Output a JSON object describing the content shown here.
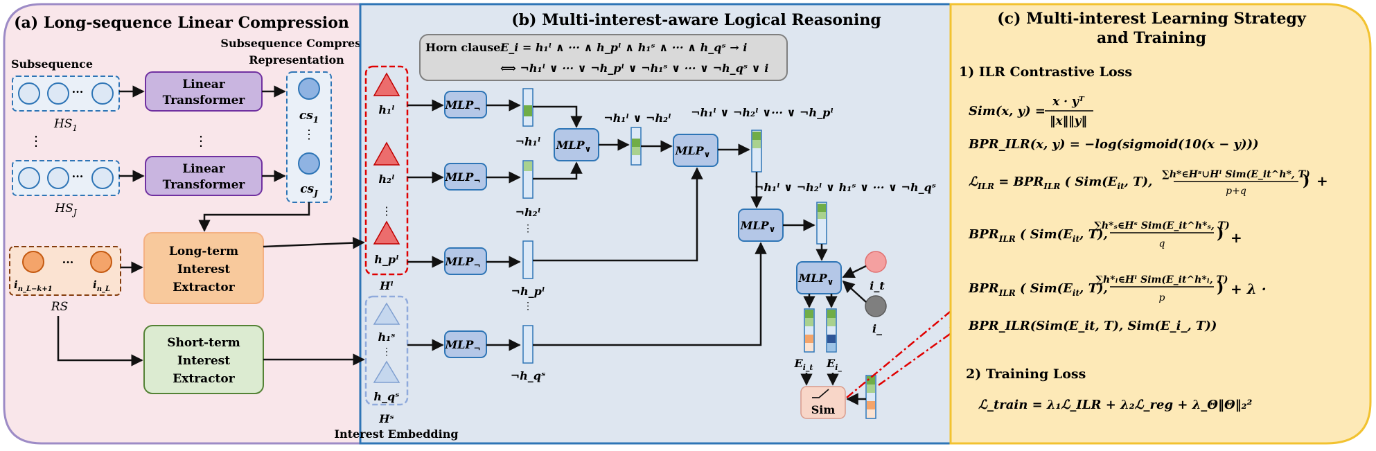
{
  "panels": {
    "a_title": "(a) Long-sequence Linear Compression",
    "b_title": "(b) Multi-interest-aware Logical Reasoning",
    "c_title_line1": "(c) Multi-interest Learning Strategy",
    "c_title_line2": "and Training"
  },
  "panel_a": {
    "subsequence_label": "Subsequence",
    "compressed_label_line1": "Subsequence Compressed",
    "compressed_label_line2": "Representation",
    "hs1": "HS",
    "hs1_sub": "1",
    "hsj": "HS",
    "hsj_sub": "J",
    "dots_vertical": "⋮",
    "dots_inline": "···",
    "lt1_line1": "Linear",
    "lt1_line2": "Transformer",
    "lt2_line1": "Linear",
    "lt2_line2": "Transformer",
    "cs1": "cs",
    "cs1_sub": "1",
    "csj": "cs",
    "csj_sub": "J",
    "rs_label": "RS",
    "rs_item_left": "i",
    "rs_item_left_sub": "n_L−k+1",
    "rs_item_right": "i",
    "rs_item_right_sub": "n_L",
    "long_term_line1": "Long-term",
    "long_term_line2": "Interest",
    "long_term_line3": "Extractor",
    "short_term_line1": "Short-term",
    "short_term_line2": "Interest",
    "short_term_line3": "Extractor"
  },
  "panel_b": {
    "horn_label": "Horn clause:",
    "horn_line1": "E_i = h₁ˡ ∧ ··· ∧ h_pˡ ∧ h₁ˢ ∧ ··· ∧ h_qˢ → i",
    "horn_line2": "⟺ ¬h₁ˡ ∨ ··· ∨ ¬h_pˡ ∨ ¬h₁ˢ ∨ ··· ∨ ¬h_qˢ ∨ i",
    "h1l": "h₁ˡ",
    "h2l": "h₂ˡ",
    "hpl": "h_pˡ",
    "Hl": "Hˡ",
    "h1s": "h₁ˢ",
    "hqs": "h_qˢ",
    "Hs": "Hˢ",
    "interest_embedding": "Interest Embedding",
    "mlp_not": "MLP",
    "mlp_not_sub": "¬",
    "mlp_or": "MLP",
    "mlp_or_sub": "∨",
    "neg_h1l": "¬h₁ˡ",
    "neg_h2l": "¬h₂ˡ",
    "neg_hpl": "¬h_pˡ",
    "neg_hqs": "¬h_qˢ",
    "or_1": "¬h₁ˡ ∨ ¬h₂ˡ",
    "or_2": "¬h₁ˡ ∨ ¬h₂ˡ ∨··· ∨ ¬h_pˡ",
    "or_3": "¬h₁ˡ ∨ ¬h₂ˡ ∨ h₁ˢ ∨ ··· ∨ ¬h_qˢ",
    "it": "i_t",
    "iminus": "i_",
    "e_it": "E",
    "e_it_sub": "i_t",
    "e_im": "E",
    "e_im_sub": "i_",
    "sim": "Sim"
  },
  "panel_c": {
    "sec1": "1) ILR Contrastive Loss",
    "eq_sim": "Sim(x, y) = x · yᵀ / ‖x‖‖y‖",
    "eq_sim_lhs": "Sim(x, y) =",
    "eq_sim_num": "x · yᵀ",
    "eq_sim_den": "‖x‖‖y‖",
    "eq_bpr": "BPR_ILR(x, y) = −log(sigmoid(10(x − y)))",
    "eq_l1": "ℒ_ILR = BPR_ILR(Sim(E_it, T), Σ_{h*∈Hˢ∪Hˡ} Sim(E_it^{h*}, T) / (p+q)) +",
    "eq_l1_frac_num": "∑h*∈Hˢ∪Hˡ Sim(E_it^h*, T)",
    "eq_l1_frac_den": "p+q",
    "eq_l2_frac_num": "∑h*ₛ∈Hˢ Sim(E_it^h*ₛ, T)",
    "eq_l2_frac_den": "q",
    "eq_l3_frac_num": "∑h*ₗ∈Hˡ Sim(E_it^h*ₗ, T)",
    "eq_l3_frac_den": "p",
    "eq_l4": "BPR_ILR(Sim(E_it, T), Sim(E_i_, T))",
    "plus": "+",
    "plus_lambda": "+ λ ·",
    "sec2": "2) Training Loss",
    "eq_train": "ℒ_train = λ₁ℒ_ILR + λ₂ℒ_reg + λ_Θ‖Θ‖₂²"
  },
  "colors": {
    "panel_a_bg": "#f9e6ea",
    "panel_a_border": "#9d8bc6",
    "panel_b_bg": "#dee6f0",
    "panel_b_border": "#2e75b6",
    "panel_c_bg": "#fde9b7",
    "panel_c_border": "#f2c230",
    "linear_transformer": "#c9b5e0",
    "long_term": "#f8c99c",
    "short_term": "#dcebd1",
    "mlp": "#b4c7e7",
    "red_triangle": "#ec6d6d",
    "blue_triangle": "#c5d7ee",
    "item_orange": "#f4a46a"
  }
}
